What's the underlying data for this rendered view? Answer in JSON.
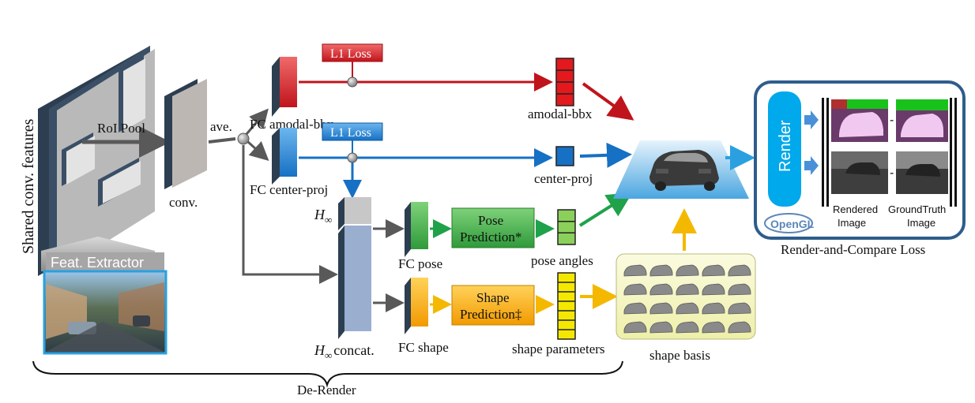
{
  "labels": {
    "shared_features": "Shared conv. features",
    "roi_pool": "RoI Pool",
    "conv": "conv.",
    "ave": "ave.",
    "feat_extractor": "Feat. Extractor",
    "fc_amodal": "FC amodal-bbx",
    "fc_center": "FC center-proj",
    "l1_loss_top": "L1 Loss",
    "l1_loss_mid": "L1 Loss",
    "amodal_bbx": "amodal-bbx",
    "center_proj": "center-proj",
    "h_inf": "H",
    "h_inf_sub": "∞",
    "h_concat": "H",
    "h_concat_sub": "∞",
    "h_concat_suffix": "concat.",
    "fc_pose": "FC pose",
    "fc_shape": "FC shape",
    "pose_pred_1": "Pose",
    "pose_pred_2": "Prediction*",
    "shape_pred_1": "Shape",
    "shape_pred_2": "Prediction‡",
    "pose_angles": "pose angles",
    "shape_params": "shape parameters",
    "shape_basis": "shape basis",
    "render": "Render",
    "opengl": "OpenGL",
    "rendered_1": "Rendered",
    "rendered_2": "Image",
    "gt_1": "GroundTruth",
    "gt_2": "Image",
    "render_compare": "Render-and-Compare Loss",
    "minus_top": "-",
    "minus_bottom": "-",
    "de_render": "De-Render"
  },
  "colors": {
    "red": "#c0141c",
    "blue": "#1670c4",
    "green": "#1fa24a",
    "yellow": "#f5b800",
    "gray_arrow": "#595959",
    "cyan": "#00a8ec",
    "frame": "#2e5d8c"
  }
}
